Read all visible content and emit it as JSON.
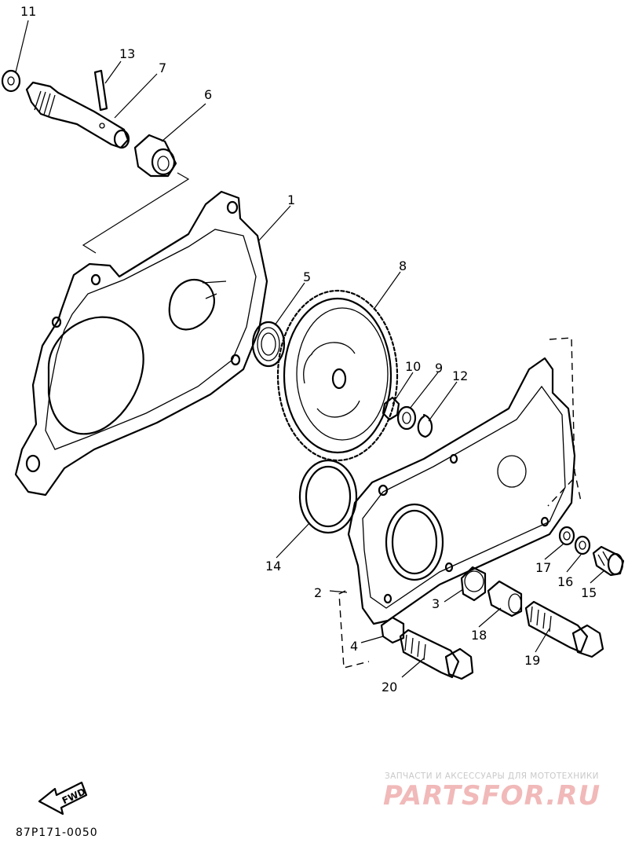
{
  "callouts": {
    "c1": "1",
    "c2": "2",
    "c3": "3",
    "c4": "4",
    "c5": "5",
    "c6": "6",
    "c7": "7",
    "c8": "8",
    "c9": "9",
    "c10": "10",
    "c11": "11",
    "c12": "12",
    "c13": "13",
    "c14": "14",
    "c15": "15",
    "c16": "16",
    "c17": "17",
    "c18": "18",
    "c19": "19",
    "c20": "20"
  },
  "direction_badge": "FWD",
  "diagram_code": "87P171-0050",
  "watermark": {
    "tagline": "ЗАПЧАСТИ И АКСЕССУАРЫ ДЛЯ МОТОТЕХНИКИ",
    "logo": "PARTSFOR.RU",
    "color": "#f1b9b9"
  }
}
